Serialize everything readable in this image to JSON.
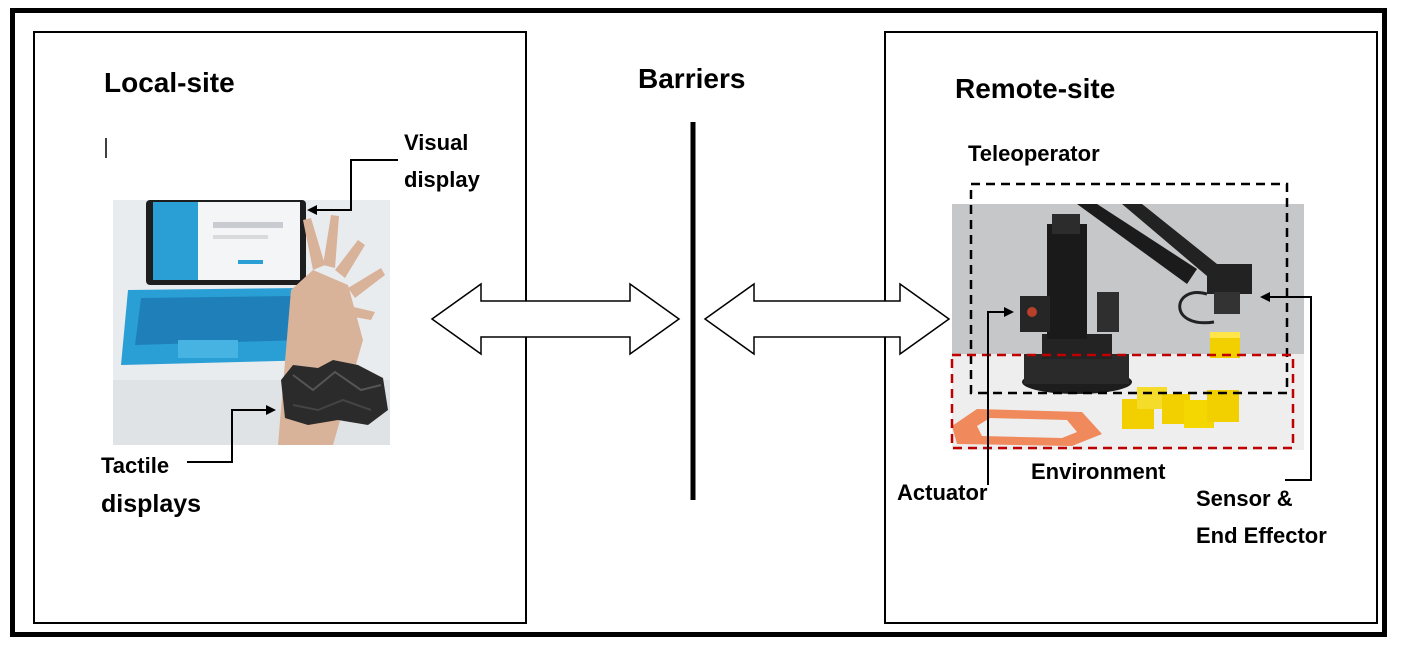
{
  "local_site": {
    "title": "Local-site",
    "visual_display_line1": "Visual",
    "visual_display_line2": "display",
    "tactile_line1": "Tactile",
    "tactile_line2": "displays"
  },
  "barriers": {
    "title": "Barriers"
  },
  "remote_site": {
    "title": "Remote-site",
    "teleoperator": "Teleoperator",
    "environment": "Environment",
    "actuator": "Actuator",
    "sensor_line1": "Sensor &",
    "sensor_line2": "End Effector"
  },
  "colors": {
    "teleoperator_box": "#000000",
    "environment_box": "#c00000",
    "tablet_blue": "#2a9fd6",
    "cube_yellow": "#f2d000",
    "frame_orange": "#f08a5d"
  }
}
